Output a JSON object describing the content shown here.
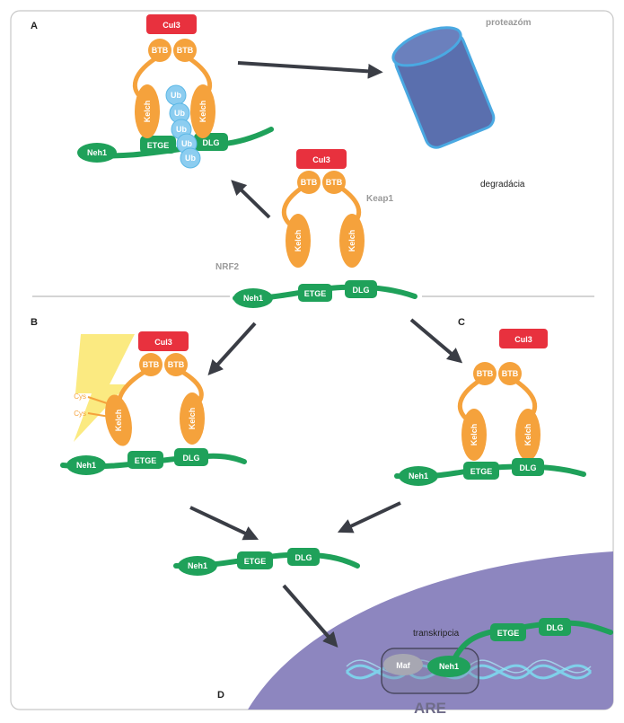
{
  "panels": {
    "a": "A",
    "b": "B",
    "c": "C",
    "d": "D"
  },
  "labels": {
    "cul3": "Cul3",
    "btb": "BTB",
    "kelch": "Kelch",
    "ub": "Ub",
    "neh1": "Neh1",
    "etge": "ETGE",
    "dlg": "DLG",
    "cys": "Cys",
    "maf": "Maf",
    "keap1": "Keap1",
    "nrf2": "NRF2",
    "proteasome": "proteazóm",
    "degradation": "degradácia",
    "transcription": "transkripcia",
    "are": "ARE"
  },
  "colors": {
    "cul3": "#e8313e",
    "keap1": "#f5a23c",
    "nrf2": "#1fa15a",
    "ubiquitin": "#8ccdf0",
    "proteasome": "#5a6fae",
    "nucleus": "#8d86bf",
    "dna": "#7fd0ea",
    "arrow": "#3a3d45"
  }
}
